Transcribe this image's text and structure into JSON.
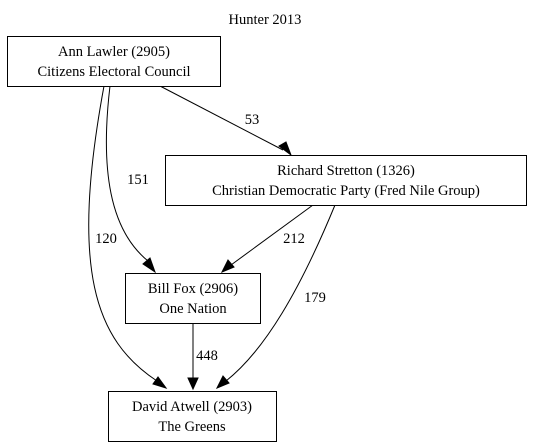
{
  "title": "Hunter 2013",
  "nodes": {
    "lawler": {
      "line1": "Ann Lawler (2905)",
      "line2": "Citizens Electoral Council"
    },
    "stretton": {
      "line1": "Richard Stretton (1326)",
      "line2": "Christian Democratic Party (Fred Nile Group)"
    },
    "fox": {
      "line1": "Bill Fox (2906)",
      "line2": "One Nation"
    },
    "atwell": {
      "line1": "David Atwell (2903)",
      "line2": "The Greens"
    }
  },
  "edges": {
    "lawler_stretton": {
      "from": "Ann Lawler (2905)",
      "to": "Richard Stretton (1326)",
      "label": "53"
    },
    "lawler_fox": {
      "from": "Ann Lawler (2905)",
      "to": "Bill Fox (2906)",
      "label": "151"
    },
    "lawler_atwell": {
      "from": "Ann Lawler (2905)",
      "to": "David Atwell (2903)",
      "label": "120"
    },
    "stretton_fox": {
      "from": "Richard Stretton (1326)",
      "to": "Bill Fox (2906)",
      "label": "212"
    },
    "stretton_atwell": {
      "from": "Richard Stretton (1326)",
      "to": "David Atwell (2903)",
      "label": "179"
    },
    "fox_atwell": {
      "from": "Bill Fox (2906)",
      "to": "David Atwell (2903)",
      "label": "448"
    }
  }
}
